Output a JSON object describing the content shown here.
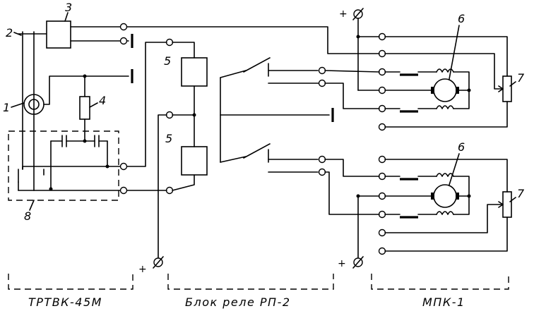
{
  "labels": {
    "n1": "1",
    "n2": "2",
    "n3": "3",
    "n4": "4",
    "n5a": "5",
    "n5b": "5",
    "n6a": "6",
    "n6b": "6",
    "n7a": "7",
    "n7b": "7",
    "n8": "8"
  },
  "blocks": {
    "trtvk": "ТРТВК-45М",
    "relay": "Блок реле РП-2",
    "mpk": "МПК-1"
  },
  "supply": {
    "plus": "+",
    "ground": "⌀"
  }
}
